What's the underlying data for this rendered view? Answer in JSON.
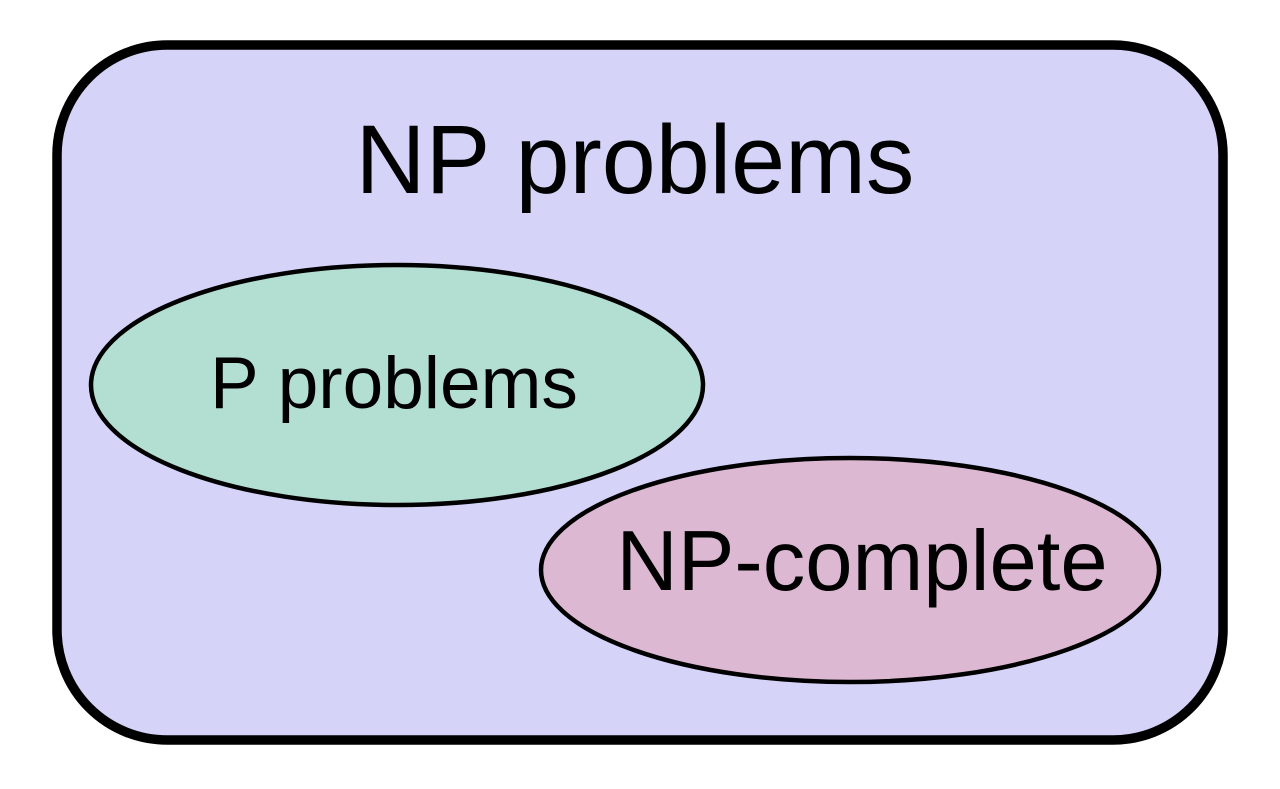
{
  "diagram": {
    "type": "euler-set-diagram",
    "topic": "P vs NP complexity classes",
    "background_color": "#ffffff",
    "outline_color": "#000000",
    "container": {
      "label": "NP problems",
      "fill": "#d5d3f8"
    },
    "sets": [
      {
        "label": "P problems",
        "fill": "#b3ded2"
      },
      {
        "label": "NP-complete",
        "fill": "#dcb8d2"
      }
    ]
  }
}
